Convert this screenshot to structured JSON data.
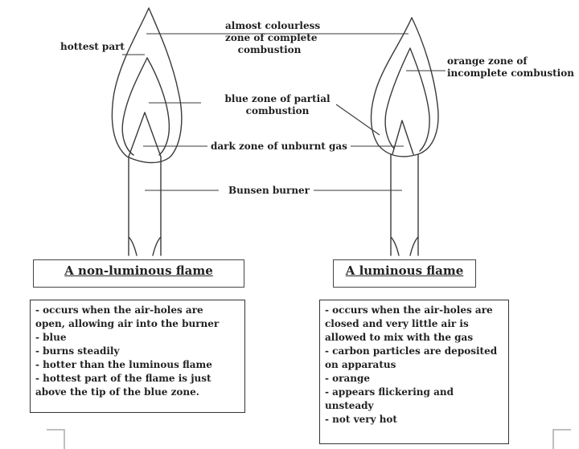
{
  "labels": {
    "hottest_part": "hottest part",
    "colourless_l1": "almost colourless",
    "colourless_l2": "zone of complete",
    "colourless_l3": "combustion",
    "blue_zone_l1": "blue zone of partial",
    "blue_zone_l2": "combustion",
    "dark_zone": "dark zone of unburnt gas",
    "burner": "Bunsen burner",
    "orange_l1": "orange zone of",
    "orange_l2": "incomplete combustion"
  },
  "left": {
    "title": "A non-luminous flame",
    "lines": [
      "- occurs when the air-holes are",
      "open, allowing air into the burner",
      "- blue",
      "- burns steadily",
      "- hotter than the luminous flame",
      "- hottest part of the flame is just",
      "above the tip of the blue zone."
    ]
  },
  "right": {
    "title": "A luminous flame",
    "lines": [
      "- occurs when the air-holes are",
      "closed and very little air is",
      "allowed to mix with the gas",
      "- carbon particles are deposited",
      "on apparatus",
      "- orange",
      "- appears flickering and",
      "unsteady",
      "- not very hot"
    ]
  },
  "colors": {
    "line": "#3a3a3a",
    "text": "#1f1f1f"
  }
}
